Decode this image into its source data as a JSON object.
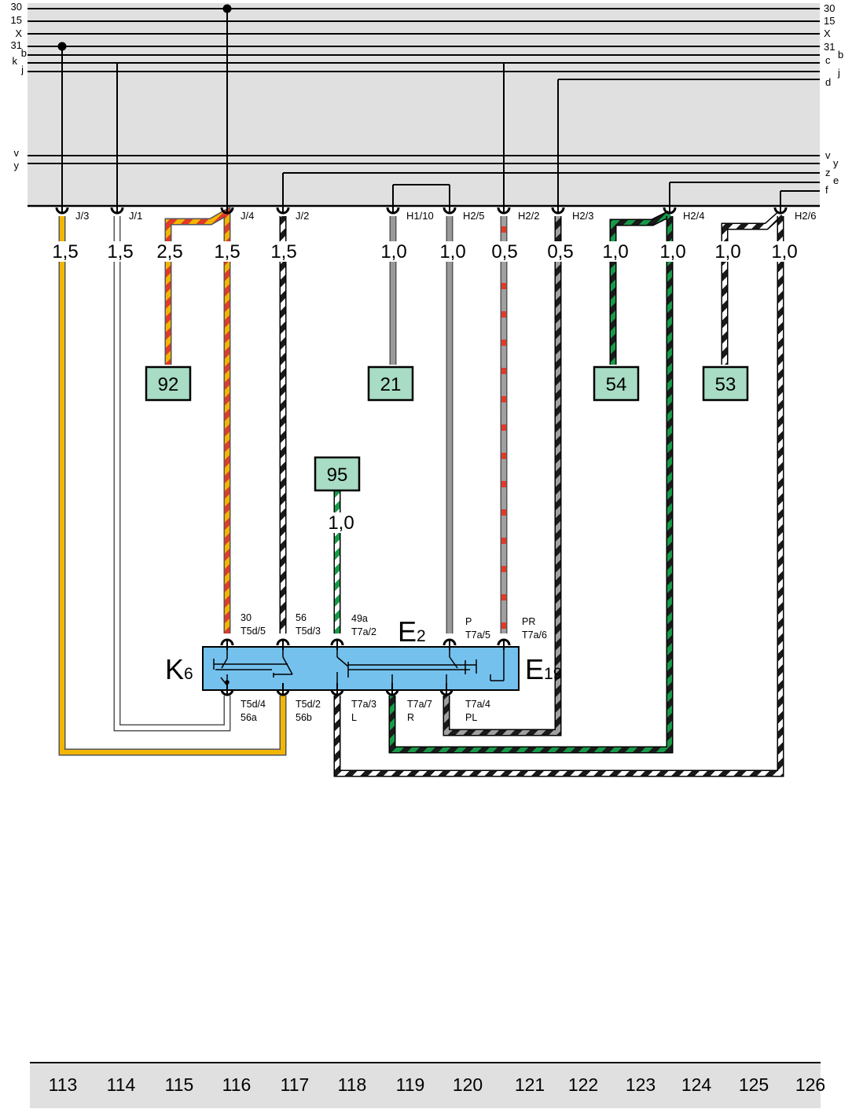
{
  "rails": {
    "left": [
      "30",
      "15",
      "X",
      "31",
      "b",
      "k",
      "j",
      "v",
      "y"
    ],
    "right": [
      "30",
      "15",
      "X",
      "31",
      "b",
      "c",
      "j",
      "d",
      "v",
      "y",
      "z",
      "e",
      "f"
    ]
  },
  "connectors": [
    "J/3",
    "J/1",
    "J/4",
    "J/2",
    "H1/10",
    "H2/5",
    "H2/2",
    "H2/3",
    "H2/4",
    "H2/6"
  ],
  "gauges": [
    "1,5",
    "1,5",
    "2,5",
    "1,5",
    "1,5",
    "1,0",
    "1,0",
    "0,5",
    "0,5",
    "1,0",
    "1,0",
    "1,0",
    "1,0",
    "1,0"
  ],
  "ref_boxes": [
    "92",
    "21",
    "54",
    "53",
    "95"
  ],
  "components": {
    "k6": {
      "main": "K",
      "sub": "6"
    },
    "e2": {
      "main": "E",
      "sub": "2"
    },
    "e19": {
      "main": "E",
      "sub": "19"
    }
  },
  "pins": {
    "t5d5": [
      "30",
      "T5d/5"
    ],
    "t5d3": [
      "56",
      "T5d/3"
    ],
    "t7a2": [
      "49a",
      "T7a/2"
    ],
    "t7a5": [
      "P",
      "T7a/5"
    ],
    "t7a6": [
      "PR",
      "T7a/6"
    ],
    "t5d4": [
      "T5d/4",
      "56a"
    ],
    "t5d2": [
      "T5d/2",
      "56b"
    ],
    "t7a3": [
      "T7a/3",
      "L"
    ],
    "t7a7": [
      "T7a/7",
      "R"
    ],
    "t7a4": [
      "T7a/4",
      "PL"
    ]
  },
  "footer": [
    "113",
    "114",
    "115",
    "116",
    "117",
    "118",
    "119",
    "120",
    "121",
    "122",
    "123",
    "124",
    "125",
    "126"
  ],
  "colors": {
    "panel": "#e0e0e0",
    "component": "#74c1ee",
    "ref_box": "#a8dcc4",
    "yellow": "#f2b600",
    "red": "#e03a2a",
    "green": "#179a48",
    "grey": "#999999",
    "black": "#1a1a1a"
  }
}
